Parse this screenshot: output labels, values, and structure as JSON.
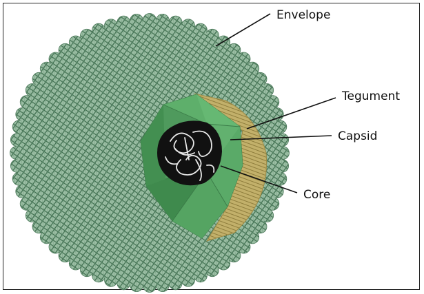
{
  "diagram": {
    "labels": {
      "envelope": "Envelope",
      "tegument": "Tegument",
      "capsid": "Capsid",
      "core": "Core"
    },
    "colors": {
      "envelope_fill": "#8fb39a",
      "envelope_mesh": "#3f6e4f",
      "tegument_fill": "#b9a661",
      "capsid_light": "#5aaa68",
      "capsid_dark": "#3f8a4d",
      "core_fill": "#111111",
      "core_strand": "#e8e8e8"
    }
  }
}
